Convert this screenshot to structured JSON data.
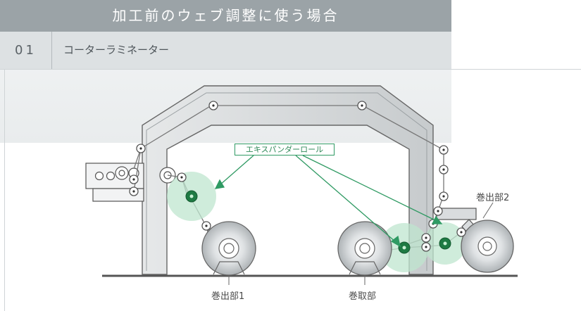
{
  "header": {
    "title": "加工前のウェブ調整に使う場合"
  },
  "section": {
    "number": "01",
    "title": "コーターラミネーター"
  },
  "diagram": {
    "callout": "エキスパンダーロール",
    "labels": {
      "unwind1": "巻出部1",
      "rewind": "巻取部",
      "unwind2": "巻出部2"
    }
  },
  "colors": {
    "header_bg": "#9ba3a7",
    "subheader_bg": "#dde1e3",
    "accent_green": "#2f9a63",
    "expander_roll": "#1e7a43"
  }
}
